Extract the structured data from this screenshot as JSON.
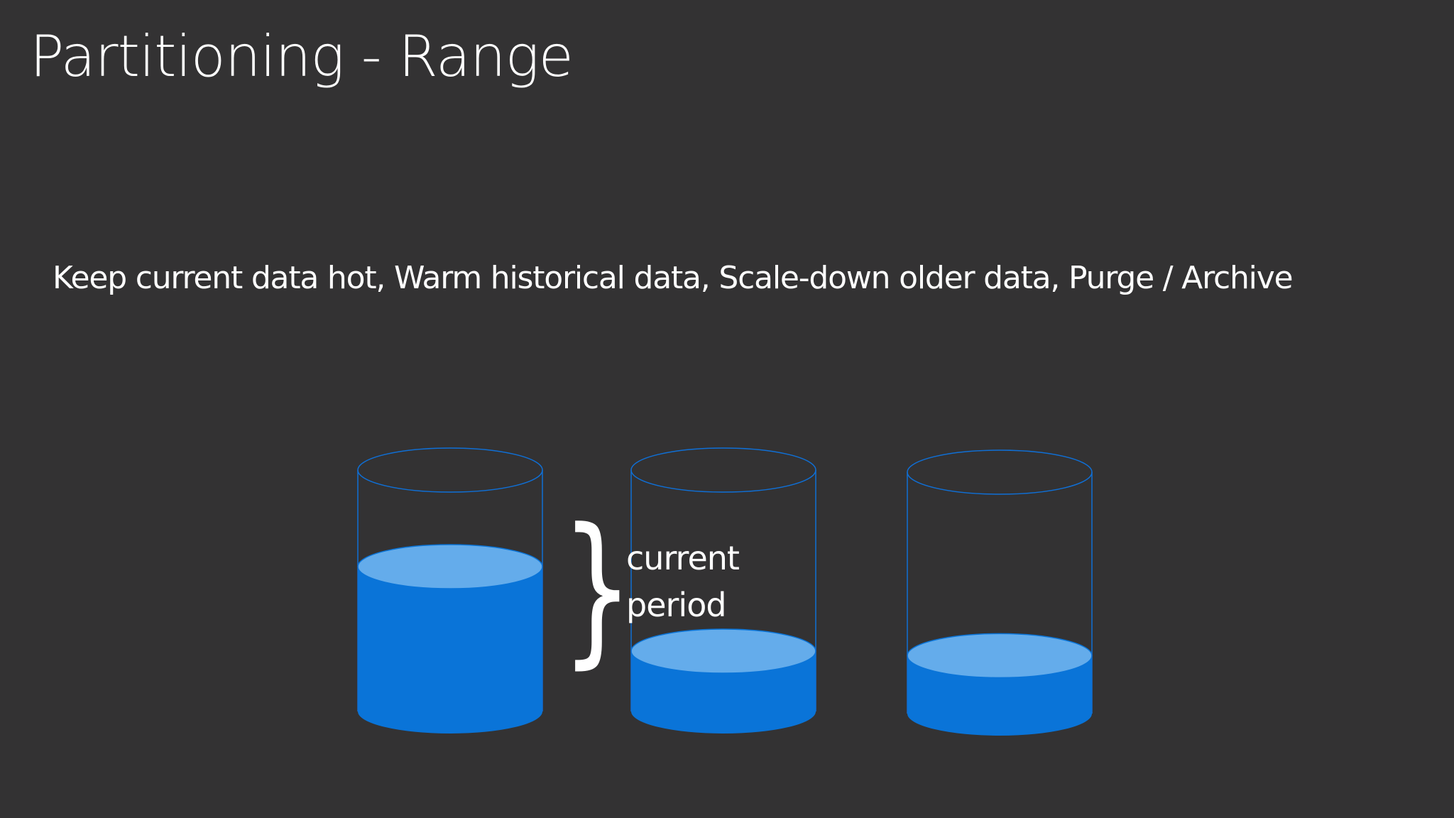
{
  "slide": {
    "title": "Partitioning - Range",
    "subtitle": "Keep current data hot, Warm historical data, Scale-down older data, Purge / Archive"
  },
  "annotation": {
    "brace": "}",
    "label_line1": "current",
    "label_line2": "period"
  },
  "colors": {
    "background": "#333233",
    "text": "#ffffff",
    "outline": "#0f6fd6",
    "liquid": "#0a74d8",
    "liquid_surface": "#64aceb"
  },
  "cylinders": [
    {
      "name": "partition-cylinder-1",
      "fill_fraction": 0.6
    },
    {
      "name": "partition-cylinder-2",
      "fill_fraction": 0.25
    },
    {
      "name": "partition-cylinder-3",
      "fill_fraction": 0.24
    }
  ]
}
